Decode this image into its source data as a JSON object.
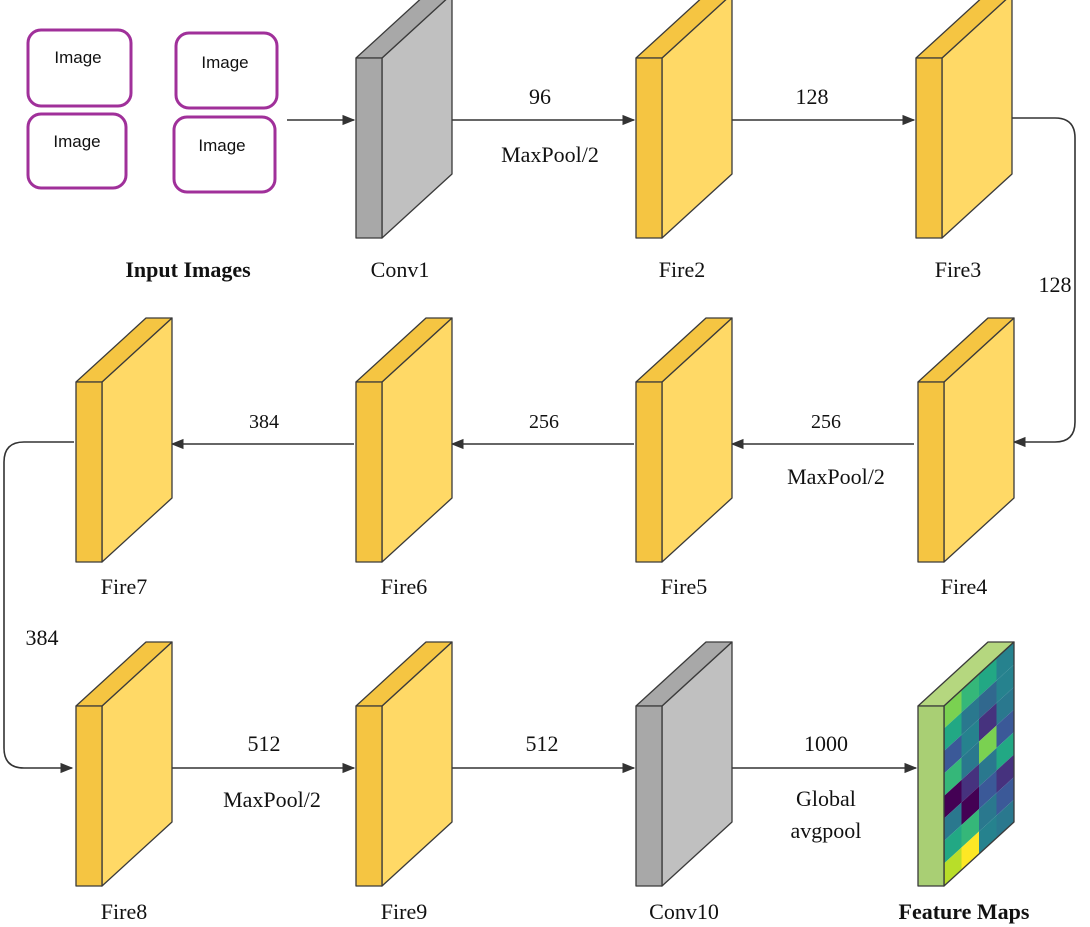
{
  "input_images": {
    "tile_label": "Image",
    "tiles": [
      "Image",
      "Image",
      "Image",
      "Image"
    ],
    "caption": "Input Images",
    "border_color": "#a0309a"
  },
  "layers": [
    {
      "id": "conv1",
      "label": "Conv1",
      "kind": "conv"
    },
    {
      "id": "fire2",
      "label": "Fire2",
      "kind": "fire"
    },
    {
      "id": "fire3",
      "label": "Fire3",
      "kind": "fire"
    },
    {
      "id": "fire4",
      "label": "Fire4",
      "kind": "fire"
    },
    {
      "id": "fire5",
      "label": "Fire5",
      "kind": "fire"
    },
    {
      "id": "fire6",
      "label": "Fire6",
      "kind": "fire"
    },
    {
      "id": "fire7",
      "label": "Fire7",
      "kind": "fire"
    },
    {
      "id": "fire8",
      "label": "Fire8",
      "kind": "fire"
    },
    {
      "id": "fire9",
      "label": "Fire9",
      "kind": "fire"
    },
    {
      "id": "conv10",
      "label": "Conv10",
      "kind": "conv"
    }
  ],
  "output": {
    "caption": "Feature Maps"
  },
  "edges": {
    "conv1_fire2": {
      "channels": "96",
      "op": "MaxPool/2"
    },
    "fire2_fire3": {
      "channels": "128"
    },
    "fire3_fire4": {
      "channels": "128"
    },
    "fire4_fire5": {
      "channels": "256",
      "op": "MaxPool/2"
    },
    "fire5_fire6": {
      "channels": "256"
    },
    "fire6_fire7": {
      "channels": "384"
    },
    "fire7_fire8": {
      "channels": "384"
    },
    "fire8_fire9": {
      "channels": "512",
      "op": "MaxPool/2"
    },
    "fire9_conv10": {
      "channels": "512"
    },
    "conv10_features": {
      "channels": "1000",
      "op_line1": "Global",
      "op_line2": "avgpool"
    }
  },
  "colors": {
    "fire_face": "#ffd966",
    "fire_side": "#f5c542",
    "fire_stroke": "#3a3a3a",
    "conv_face": "#c0c0c0",
    "conv_side": "#a8a8a8",
    "arrow": "#333333",
    "feature_border": "#9cc96b"
  }
}
